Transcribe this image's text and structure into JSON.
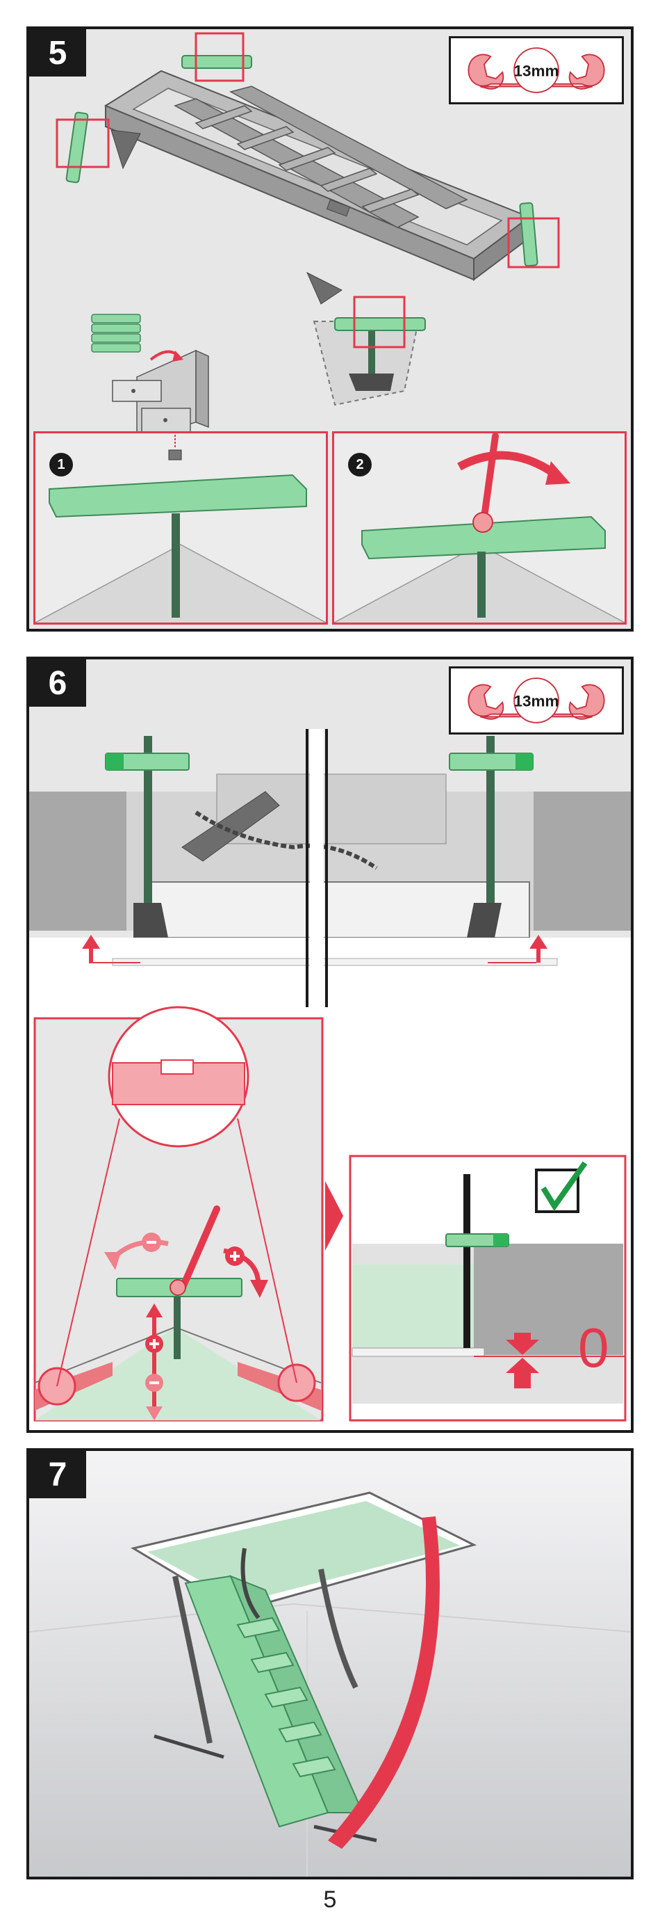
{
  "page": {
    "number": "5"
  },
  "steps": [
    {
      "number": "5",
      "tool": {
        "name": "wrench-icon",
        "size_label": "13mm"
      },
      "subpanels": [
        {
          "badge": "1"
        },
        {
          "badge": "2"
        }
      ]
    },
    {
      "number": "6",
      "tool": {
        "name": "wrench-icon",
        "size_label": "13mm"
      },
      "level_check": {
        "value_label": "0"
      }
    },
    {
      "number": "7"
    }
  ],
  "colors": {
    "highlight_red": "#e4394d",
    "ladder_green": "#8fd9a4",
    "ladder_grey": "#a9a9a9",
    "frame_dark": "#1a1a1a",
    "background_grey": "#e7e7e7"
  }
}
